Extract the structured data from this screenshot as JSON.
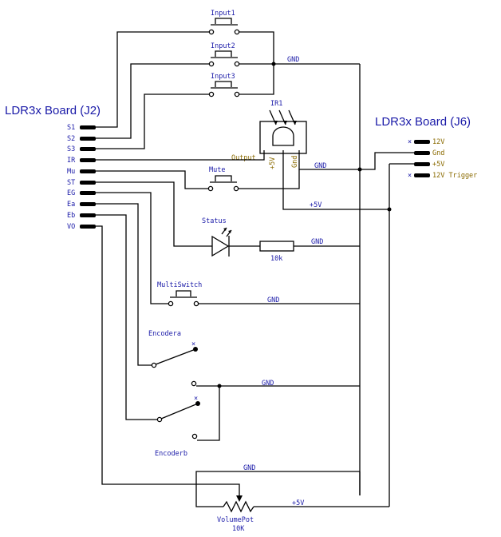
{
  "boards": {
    "j2_title": "LDR3x Board (J2)",
    "j6_title": "LDR3x Board (J6)"
  },
  "j2_pins": [
    "S1",
    "S2",
    "S3",
    "IR",
    "Mu",
    "ST",
    "EG",
    "Ea",
    "Eb",
    "VO"
  ],
  "j6_pins": [
    "12V",
    "Gnd",
    "+5V",
    "12V Trigger"
  ],
  "components": {
    "input1": "Input1",
    "input2": "Input2",
    "input3": "Input3",
    "ir": "IR1",
    "ir_output": "Output",
    "ir_5v": "+5V",
    "ir_gnd": "Gnd",
    "mute": "Mute",
    "status": "Status",
    "resistor": "10k",
    "multiswitch": "MultiSwitch",
    "encodera": "Encodera",
    "encoderb": "Encoderb",
    "volumepot": "VolumePot",
    "volumepot_value": "10K"
  },
  "net_labels": {
    "gnd": "GND",
    "plus5v": "+5V"
  },
  "colors": {
    "wire": "#000000",
    "label": "#1a1aa8",
    "ir_pin_label": "#8a6a00"
  }
}
